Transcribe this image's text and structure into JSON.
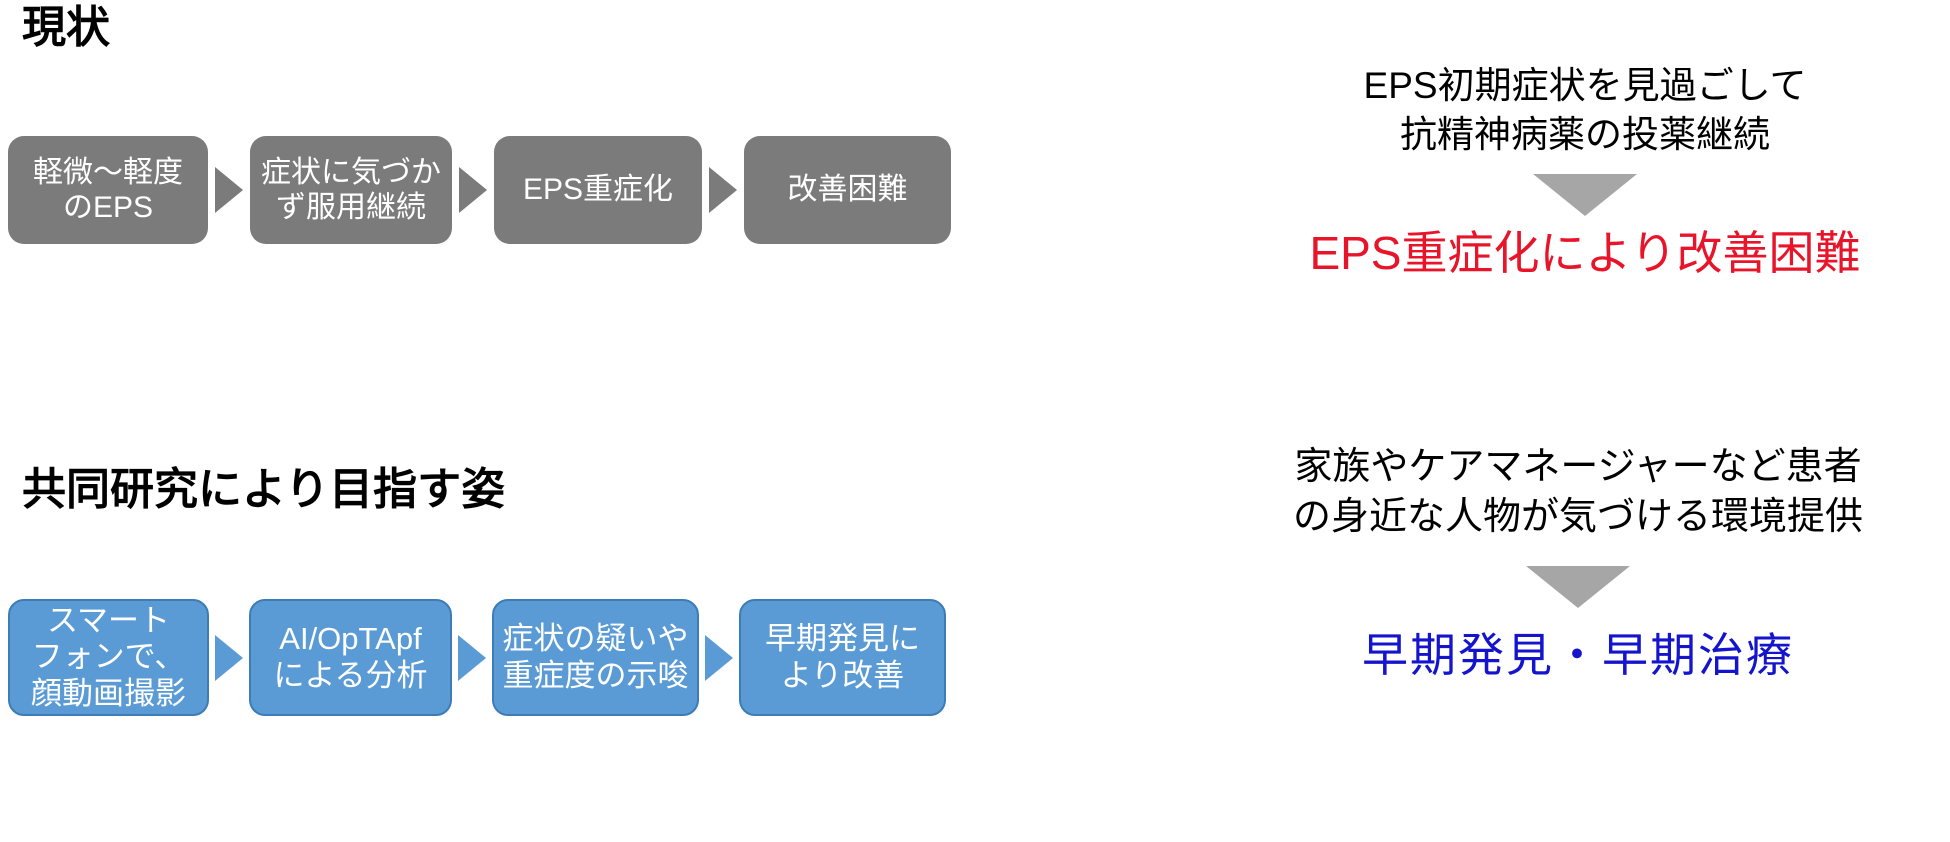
{
  "sections": [
    {
      "heading": "現状",
      "theme_color": "#7b7b7b",
      "flow": [
        {
          "label": "軽微〜軽度\nのEPS"
        },
        {
          "label": "症状に気づか\nず服用継続"
        },
        {
          "label": "EPS重症化"
        },
        {
          "label": "改善困難"
        }
      ],
      "note": {
        "description": "EPS初期症状を見過ごして\n抗精神病薬の投薬継続",
        "arrow": "down-arrow-icon",
        "conclusion": "EPS重症化により改善困難",
        "conclusion_color": "#e8152a"
      }
    },
    {
      "heading": "共同研究により目指す姿",
      "theme_color": "#5b9bd5",
      "flow": [
        {
          "label": "スマート\nフォンで、\n顔動画撮影"
        },
        {
          "label": "AI/OpTApf\nによる分析"
        },
        {
          "label": "症状の疑いや\n重症度の示唆"
        },
        {
          "label": "早期発見に\nより改善"
        }
      ],
      "note": {
        "description": "家族やケアマネージャーなど患者\nの身近な人物が気づける環境提供",
        "arrow": "down-arrow-icon",
        "conclusion": "早期発見・早期治療",
        "conclusion_color": "#1414cd"
      }
    }
  ],
  "palette": {
    "background": "#ffffff",
    "grey_box": "#7b7b7b",
    "blue_box": "#5b9bd5",
    "blue_box_border": "#3d7cb5",
    "arrow_grey": "#a6a6a6",
    "text_black": "#000000",
    "text_white": "#ffffff",
    "accent_red": "#e8152a",
    "accent_blue": "#1414cd"
  }
}
